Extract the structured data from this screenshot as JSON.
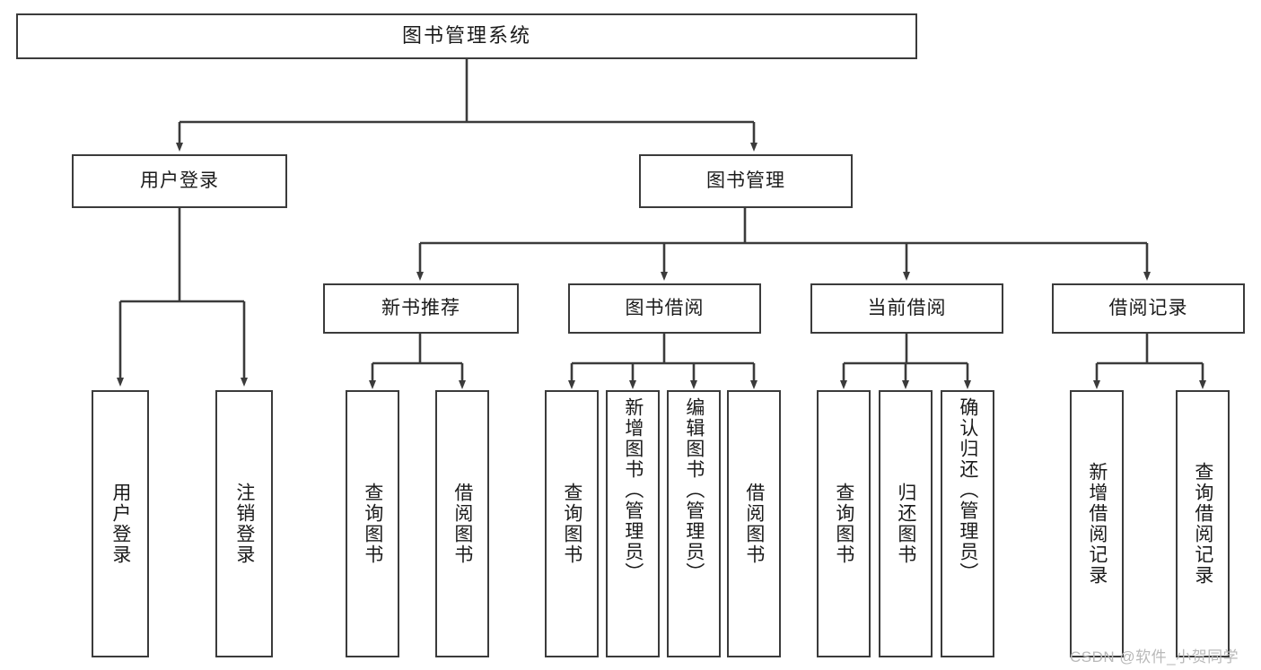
{
  "diagram": {
    "type": "tree",
    "title": "图书管理系统",
    "orientation": "top-down",
    "colors": {
      "stroke": "#3b3b3b",
      "fill": "#ffffff",
      "text": "#1b1b1b",
      "watermark": "#b9b9b9"
    },
    "root": {
      "label": "图书管理系统"
    },
    "level2": [
      {
        "label": "用户登录"
      },
      {
        "label": "图书管理"
      }
    ],
    "level3": [
      {
        "label": "新书推荐"
      },
      {
        "label": "图书借阅"
      },
      {
        "label": "当前借阅"
      },
      {
        "label": "借阅记录"
      }
    ],
    "leaves": {
      "user_login": [
        {
          "label": "用户登录"
        },
        {
          "label": "注销登录"
        }
      ],
      "new_book_recommend": [
        {
          "label": "查询图书"
        },
        {
          "label": "借阅图书"
        }
      ],
      "book_borrow": [
        {
          "label": "查询图书"
        },
        {
          "label": "新增图书（管理员）"
        },
        {
          "label": "编辑图书（管理员）"
        },
        {
          "label": "借阅图书"
        }
      ],
      "current_borrow": [
        {
          "label": "查询图书"
        },
        {
          "label": "归还图书"
        },
        {
          "label": "确认归还（管理员）"
        }
      ],
      "borrow_record": [
        {
          "label": "新增借阅记录"
        },
        {
          "label": "查询借阅记录"
        }
      ]
    },
    "watermark": "CSDN @软件_小贺同学"
  }
}
